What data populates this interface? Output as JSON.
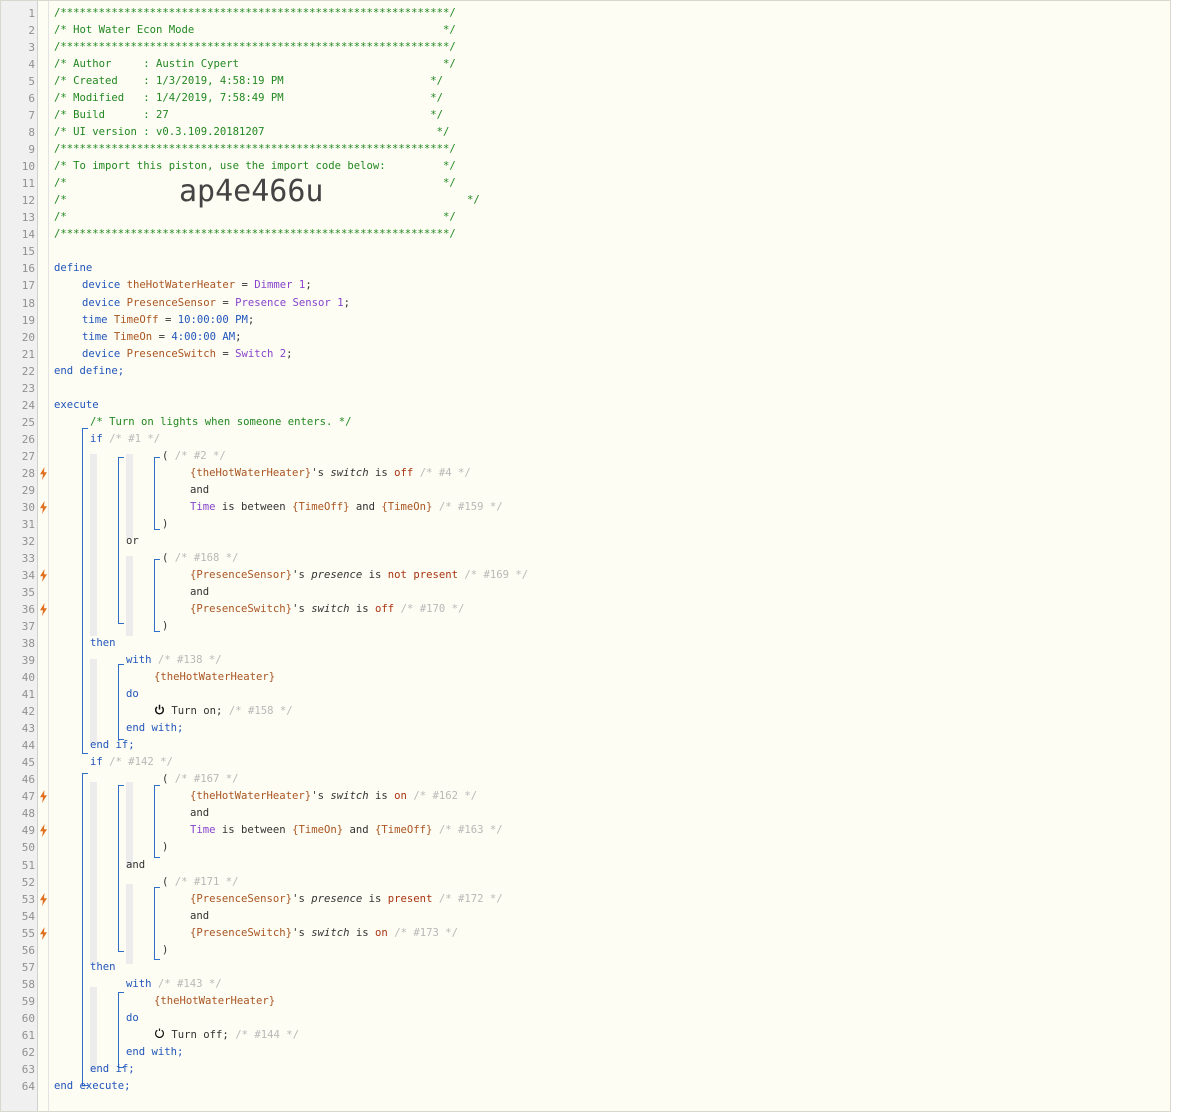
{
  "gutter": {
    "line_numbers": [
      "1",
      "2",
      "3",
      "4",
      "5",
      "6",
      "7",
      "8",
      "9",
      "10",
      "11",
      "12",
      "13",
      "14",
      "15",
      "16",
      "17",
      "18",
      "19",
      "20",
      "21",
      "22",
      "23",
      "24",
      "25",
      "26",
      "27",
      "28",
      "29",
      "30",
      "31",
      "32",
      "33",
      "34",
      "35",
      "36",
      "37",
      "38",
      "39",
      "40",
      "41",
      "42",
      "43",
      "44",
      "45",
      "46",
      "47",
      "48",
      "49",
      "50",
      "51",
      "52",
      "53",
      "54",
      "55",
      "56",
      "57",
      "58",
      "59",
      "60",
      "61",
      "62",
      "63",
      "64"
    ],
    "trigger_lines": [
      "28",
      "30",
      "34",
      "36",
      "47",
      "49",
      "53",
      "55"
    ]
  },
  "header": {
    "border": "/*************************************************************/",
    "title": "/* Hot Water Econ Mode                                       */",
    "author": "/* Author     : Austin Cypert                                */",
    "created": "/* Created    : 1/3/2019, 4:58:19 PM                       */",
    "modified": "/* Modified   : 1/4/2019, 7:58:49 PM                       */",
    "build": "/* Build      : 27                                         */",
    "ui_version": "/* UI version : v0.3.109.20181207                           */",
    "import_note": "/* To import this piston, use the import code below:         */",
    "blank": "/*                                                           */",
    "code_prefix": "/*",
    "import_code": "ap4e466u",
    "code_suffix": "*/"
  },
  "define": {
    "open": "define",
    "close": "end define;",
    "kw_device": "device",
    "kw_time": "time",
    "eq": "=",
    "semi": ";",
    "vars": [
      {
        "name": "theHotWaterHeater",
        "value": "Dimmer 1"
      },
      {
        "name": "PresenceSensor",
        "value": "Presence Sensor 1"
      },
      {
        "name": "TimeOff",
        "value": "10:00:00 PM"
      },
      {
        "name": "TimeOn",
        "value": "4:00:00 AM"
      },
      {
        "name": "PresenceSwitch",
        "value": "Switch 2"
      }
    ]
  },
  "execute": {
    "open": "execute",
    "close": "end execute;",
    "comment": "/* Turn on lights when someone enters. */",
    "kw": {
      "if": "if",
      "then": "then",
      "end_if": "end if;",
      "with": "with",
      "do": "do",
      "end_with": "end with;",
      "or": "or",
      "and": "and",
      "open_paren": "(",
      "close_paren": ")",
      "is": "is",
      "is_between": "is between",
      "is_not": "is not",
      "possessive": "'s",
      "time": "Time"
    },
    "tags": {
      "if1": "/* #1 */",
      "g2": "/* #2 */",
      "c4": "/* #4 */",
      "c159": "/* #159 */",
      "g168": "/* #168 */",
      "c169": "/* #169 */",
      "c170": "/* #170 */",
      "w138": "/* #138 */",
      "a158": "/* #158 */",
      "if142": "/* #142 */",
      "g167": "/* #167 */",
      "c162": "/* #162 */",
      "c163": "/* #163 */",
      "g171": "/* #171 */",
      "c172": "/* #172 */",
      "c173": "/* #173 */",
      "w143": "/* #143 */",
      "a144": "/* #144 */"
    },
    "refs": {
      "heater": "{theHotWaterHeater}",
      "sensor": "{PresenceSensor}",
      "pswitch": "{PresenceSwitch}",
      "timeoff": "{TimeOff}",
      "timeon": "{TimeOn}"
    },
    "attrs": {
      "switch": "switch",
      "presence": "presence"
    },
    "vals": {
      "off": "off",
      "on": "on",
      "present": "present"
    },
    "actions": {
      "turn_on": "Turn on;",
      "turn_off": "Turn off;"
    }
  },
  "colors": {
    "comment": "#228822",
    "keyword": "#2255bb",
    "variable": "#aa5522",
    "device": "#8844cc",
    "value": "#aa3311",
    "bracket": "#2e6fc8",
    "trigger": "#e07020"
  },
  "icons": {
    "trigger": "lightning-bolt-icon",
    "turn_on": "power-icon",
    "turn_off": "power-off-icon"
  }
}
